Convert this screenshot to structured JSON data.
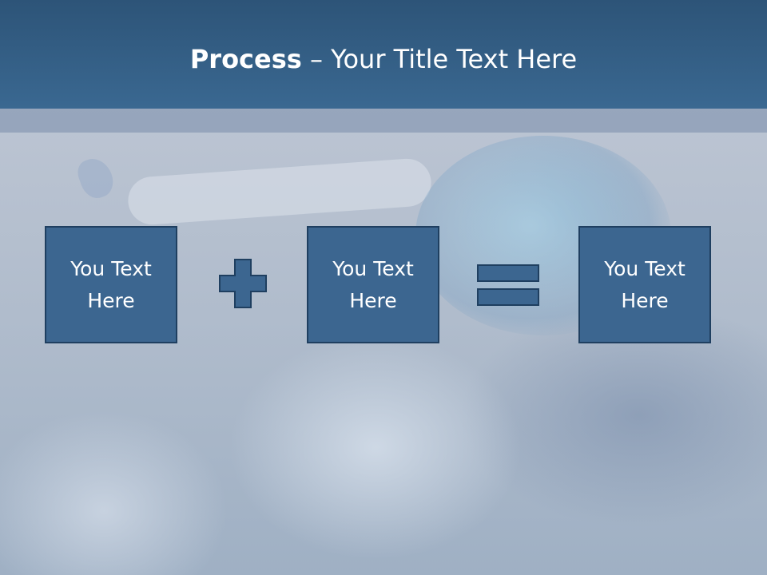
{
  "slide": {
    "title_strong": "Process",
    "title_rest": " – Your Title Text Here"
  },
  "process": {
    "boxes": [
      {
        "line1": "You Text",
        "line2": "Here"
      },
      {
        "line1": "You Text",
        "line2": "Here"
      },
      {
        "line1": "You Text",
        "line2": "Here"
      }
    ],
    "operators": [
      "plus-icon",
      "equals-icon"
    ]
  },
  "colors": {
    "header": "#3a6891",
    "box_fill": "#3c6690",
    "box_border": "#1f3f60"
  }
}
